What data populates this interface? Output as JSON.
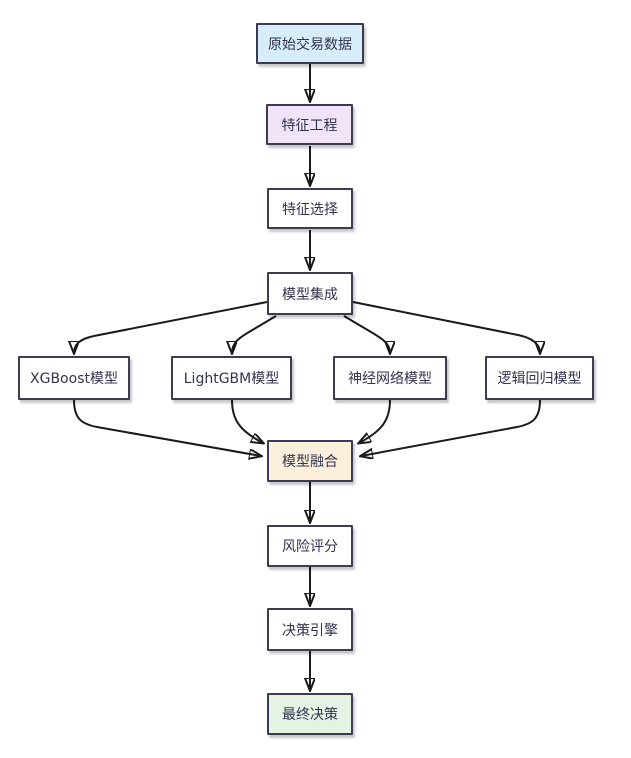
{
  "nodes": {
    "raw": {
      "label": "原始交易数据",
      "fill": "#d7edfa"
    },
    "feature_engineering": {
      "label": "特征工程",
      "fill": "#f1e3f8"
    },
    "feature_selection": {
      "label": "特征选择",
      "fill": "#ffffff"
    },
    "model_ensemble": {
      "label": "模型集成",
      "fill": "#ffffff"
    },
    "xgboost": {
      "label": "XGBoost模型",
      "fill": "#ffffff"
    },
    "lightgbm": {
      "label": "LightGBM模型",
      "fill": "#ffffff"
    },
    "neural_network": {
      "label": "神经网络模型",
      "fill": "#ffffff"
    },
    "logistic_regression": {
      "label": "逻辑回归模型",
      "fill": "#ffffff"
    },
    "model_fusion": {
      "label": "模型融合",
      "fill": "#fcf0dd"
    },
    "risk_score": {
      "label": "风险评分",
      "fill": "#ffffff"
    },
    "decision_engine": {
      "label": "决策引擎",
      "fill": "#ffffff"
    },
    "final_decision": {
      "label": "最终决策",
      "fill": "#e4f3e4"
    }
  },
  "edges": [
    {
      "from": "raw",
      "to": "feature_engineering"
    },
    {
      "from": "feature_engineering",
      "to": "feature_selection"
    },
    {
      "from": "feature_selection",
      "to": "model_ensemble"
    },
    {
      "from": "model_ensemble",
      "to": "xgboost"
    },
    {
      "from": "model_ensemble",
      "to": "lightgbm"
    },
    {
      "from": "model_ensemble",
      "to": "neural_network"
    },
    {
      "from": "model_ensemble",
      "to": "logistic_regression"
    },
    {
      "from": "xgboost",
      "to": "model_fusion"
    },
    {
      "from": "lightgbm",
      "to": "model_fusion"
    },
    {
      "from": "neural_network",
      "to": "model_fusion"
    },
    {
      "from": "logistic_regression",
      "to": "model_fusion"
    },
    {
      "from": "model_fusion",
      "to": "risk_score"
    },
    {
      "from": "risk_score",
      "to": "decision_engine"
    },
    {
      "from": "decision_engine",
      "to": "final_decision"
    }
  ],
  "colors": {
    "background": "#ffffff",
    "node_border": "#3b3b52",
    "node_text": "#33334d",
    "arrow": "#1a1a1a",
    "fill_blue": "#d7edfa",
    "fill_purple": "#f1e3f8",
    "fill_orange": "#fcf0dd",
    "fill_green": "#e4f3e4",
    "fill_white": "#ffffff"
  }
}
